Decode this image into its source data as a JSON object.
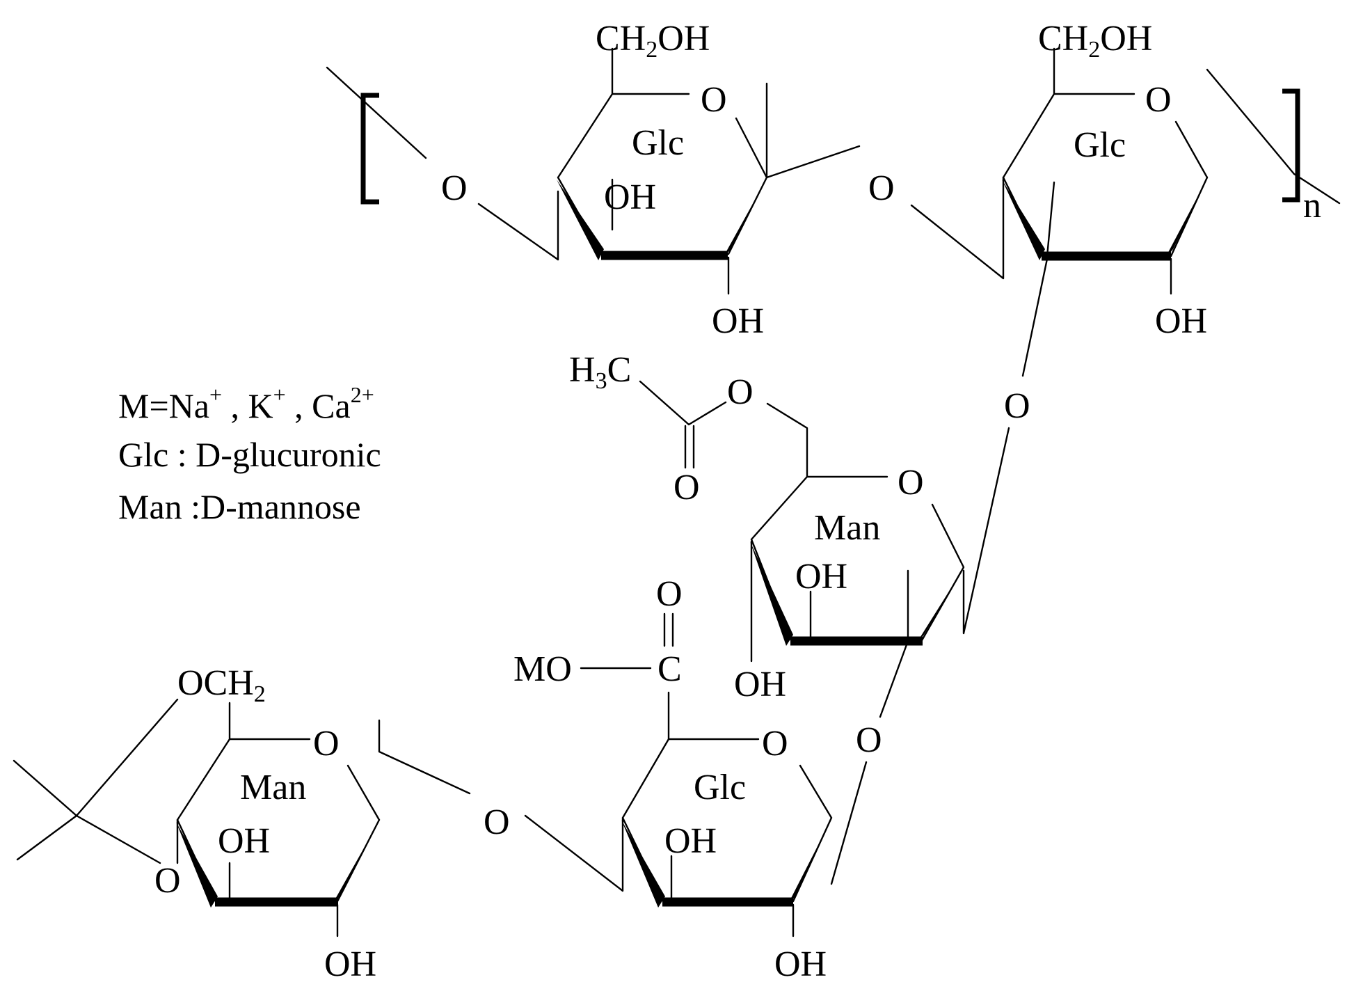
{
  "title": "",
  "colors": {
    "ink": "#000000",
    "background": "#ffffff"
  },
  "rings": [
    {
      "name": "Glc",
      "ring_oxygen": "O",
      "hydroxyl_front": "OH",
      "hydroxyl_bottom": "OH",
      "top_group": "CH2OH"
    },
    {
      "name": "Glc",
      "ring_oxygen": "O",
      "hydroxyl_bottom": "OH",
      "top_group": "CH2OH"
    },
    {
      "name": "Man",
      "ring_oxygen": "O",
      "hydroxyl_front": "OH",
      "hydroxyl_bottom": "OH"
    },
    {
      "name": "Glc",
      "ring_oxygen": "O",
      "hydroxyl_front": "OH",
      "hydroxyl_bottom": "OH"
    },
    {
      "name": "Man",
      "ring_oxygen": "O",
      "hydroxyl_front": "OH",
      "hydroxyl_bottom": "OH",
      "top_group": "OCH2",
      "side_oxygen": "O"
    }
  ],
  "bridges": [
    "O",
    "O",
    "O",
    "O",
    "O"
  ],
  "acetyl": {
    "methyl_main": "H",
    "methyl_sub": "3",
    "methyl_tail": "C",
    "ester_oxygen": "O",
    "carbonyl_oxygen": "O"
  },
  "carboxylate": {
    "metal_oxygen": "MO",
    "carbon": "C",
    "carbonyl_oxygen": "O"
  },
  "repeat_subscript": "n",
  "legend": {
    "line1": {
      "prefix": "M=Na",
      "sup1": "+",
      "mid": " , K",
      "sup2": "+",
      "mid2": " , Ca",
      "sup3": "2+"
    },
    "line2": "Glc : D-glucuronic",
    "line3": "Man :D-mannose"
  }
}
